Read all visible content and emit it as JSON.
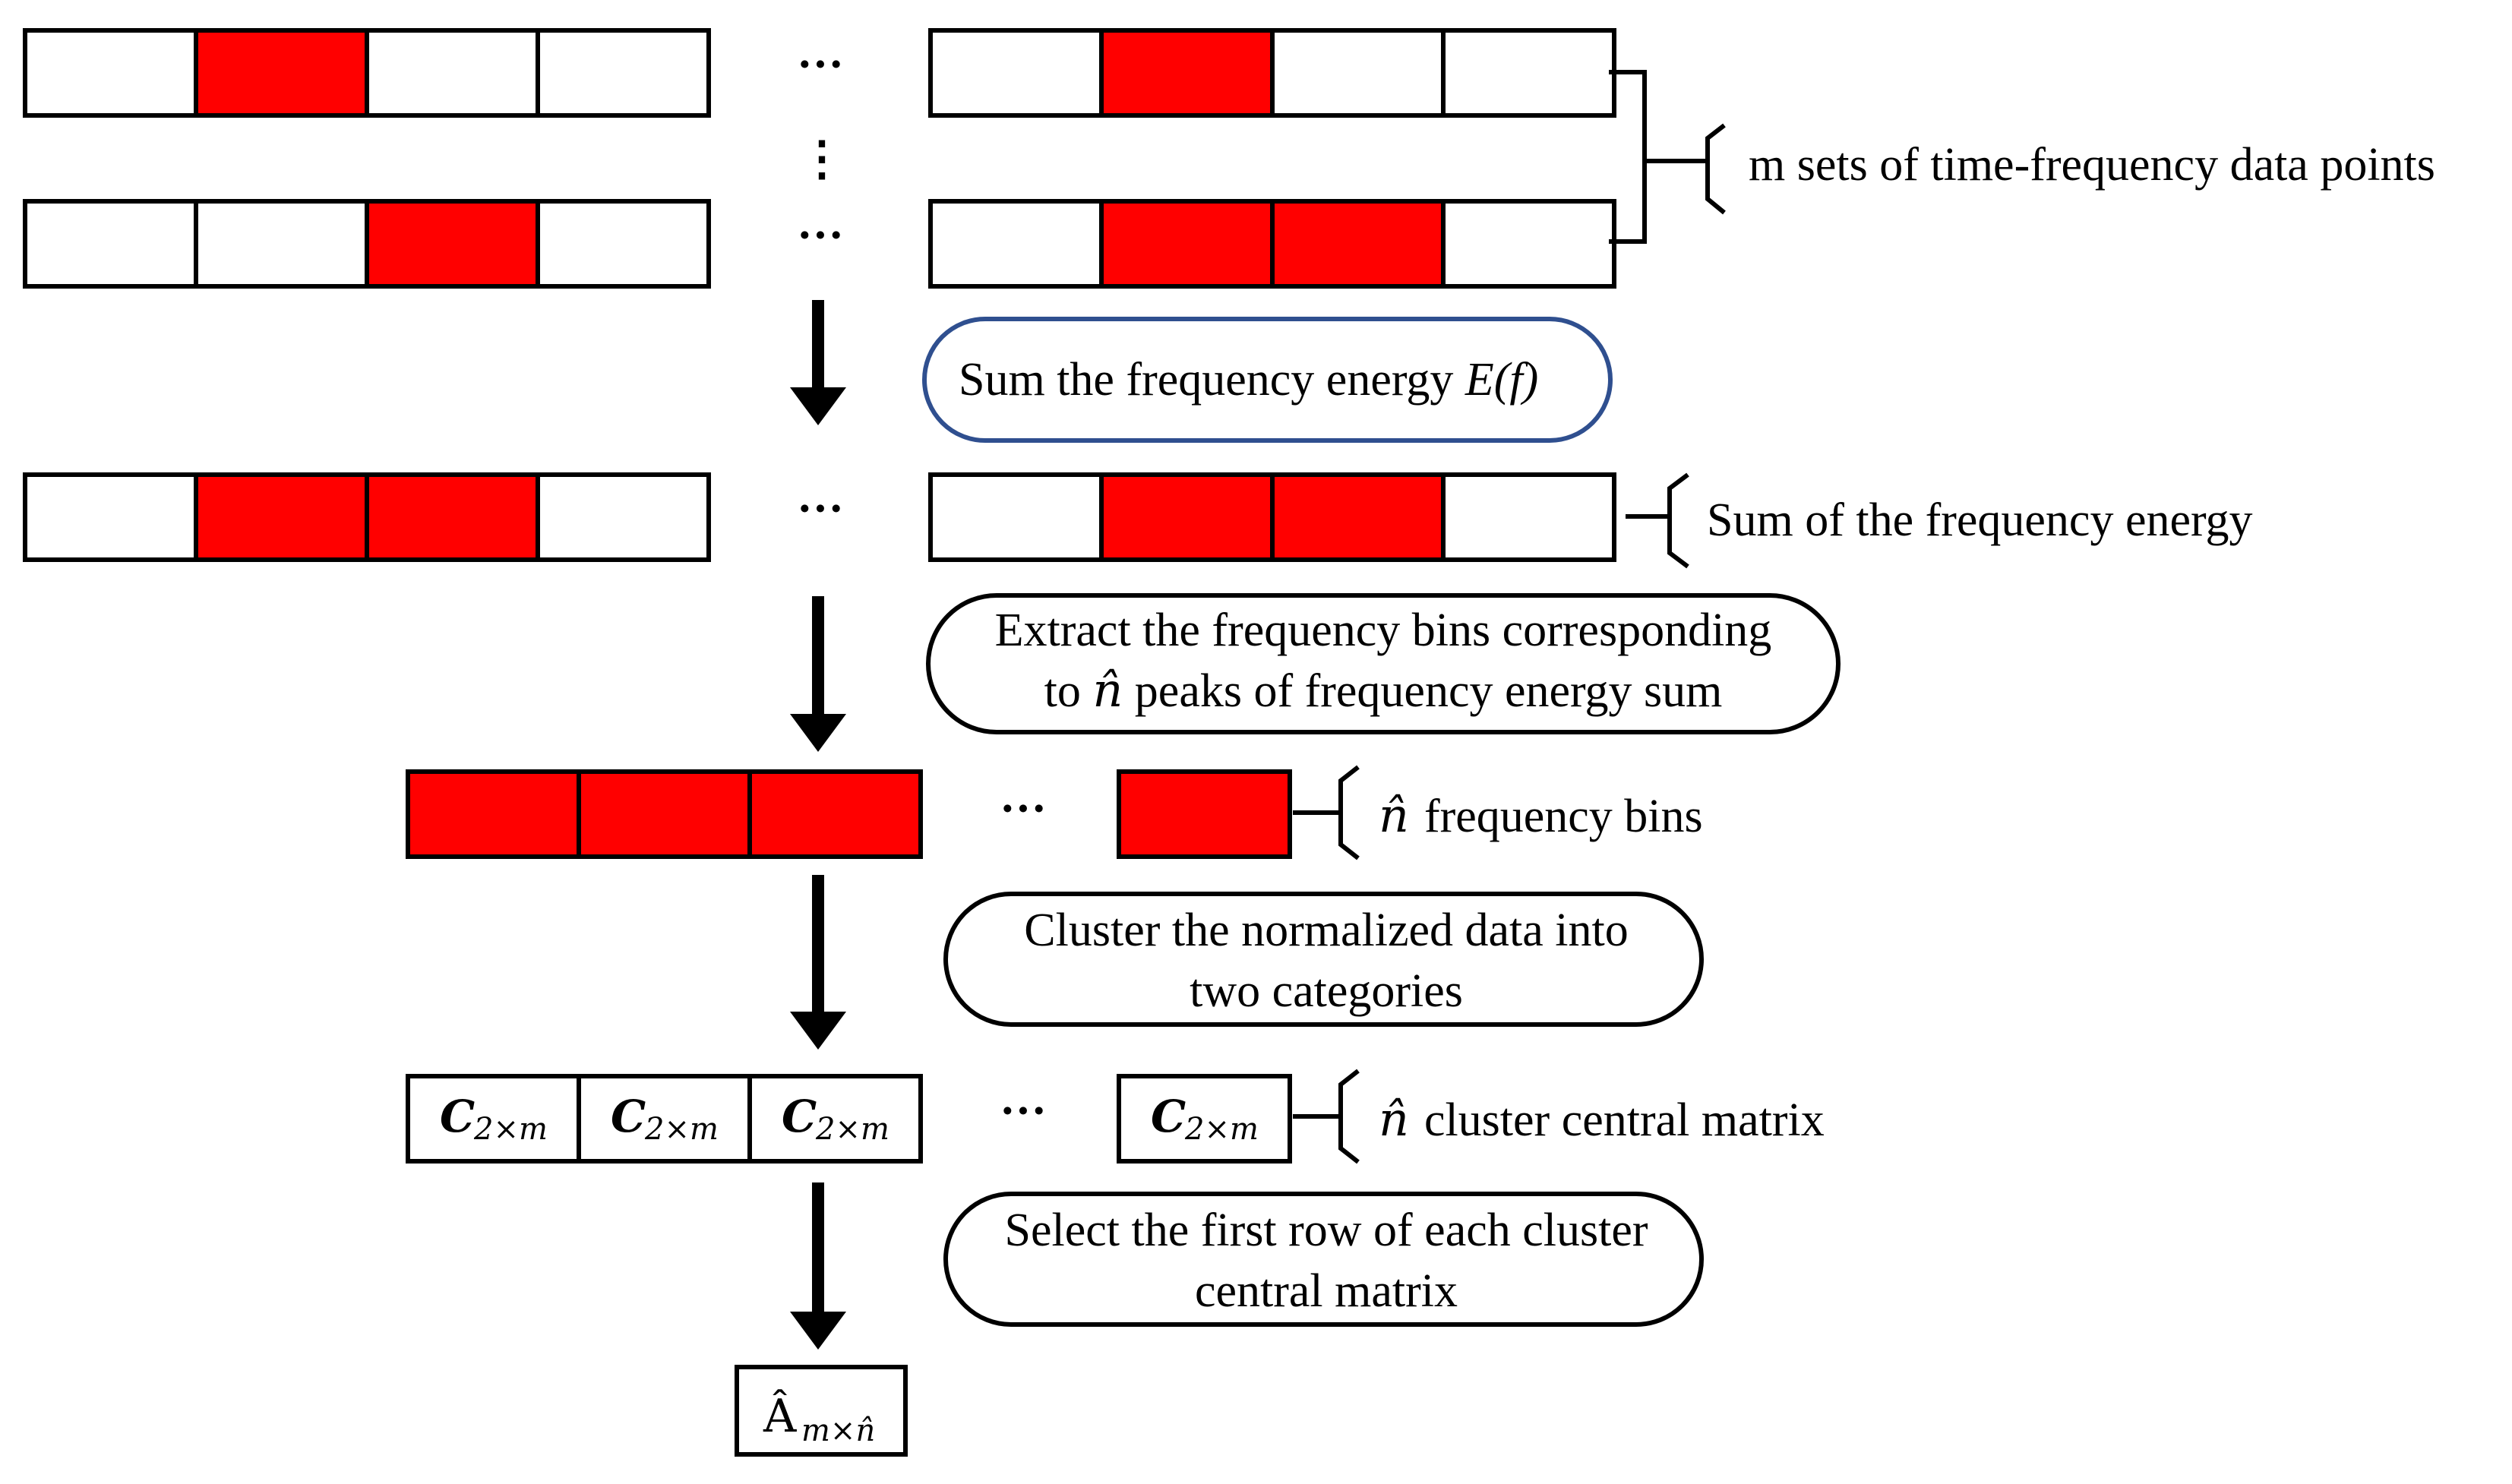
{
  "colors": {
    "filled_cell": "#ff0000",
    "empty_cell": "#ffffff",
    "outline": "#000000",
    "first_step_outline": "#2f4f8f"
  },
  "rows": {
    "input_row_1": {
      "left_cells": [
        false,
        true,
        false,
        false
      ],
      "right_cells": [
        false,
        true,
        false,
        false
      ]
    },
    "input_row_m": {
      "left_cells": [
        false,
        false,
        true,
        false
      ],
      "right_cells": [
        false,
        true,
        true,
        false
      ]
    },
    "sum_row": {
      "left_cells": [
        false,
        true,
        true,
        false
      ],
      "right_cells": [
        false,
        true,
        true,
        false
      ]
    }
  },
  "ellipsis_horizontal": "···",
  "ellipsis_vertical": "⋮",
  "annotations": {
    "m_sets": "m sets of time-frequency data points",
    "sum_energy": "Sum of the frequency energy",
    "n_hat_bins": "frequency bins",
    "n_hat_cluster": "cluster central matrix"
  },
  "steps": {
    "sum_step": {
      "text": "Sum the frequency energy ",
      "symbol": "E(f)"
    },
    "extract_step": {
      "line1": "Extract the frequency bins corresponding",
      "line2_pre": "to ",
      "line2_post": " peaks of frequency energy sum"
    },
    "cluster_step": {
      "line1": "Cluster the normalized data into",
      "line2": "two categories"
    },
    "select_step": {
      "line1": "Select the first row of each cluster",
      "line2": "central matrix"
    }
  },
  "symbols": {
    "n_hat": "n̂",
    "matrix_c": "C",
    "matrix_c_subscript": "2×m",
    "result_a": "Â",
    "result_subscript": "m×n̂"
  }
}
